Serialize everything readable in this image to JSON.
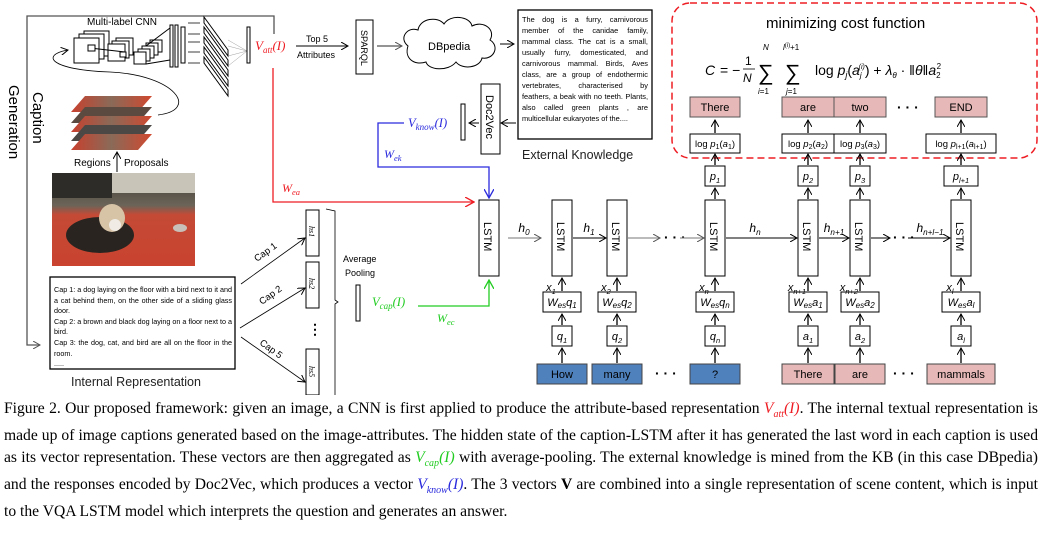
{
  "figure": {
    "left_panel": {
      "side_label_line1": "Caption",
      "side_label_line2": "Generation",
      "cnn_label": "Multi-label CNN",
      "regions_label": "Regions",
      "proposals_label": "Proposals",
      "internal_rep_title": "Internal Representation",
      "captions": [
        "Cap 1: a dog laying on the floor with a bird next to it and a cat behind them, on the other side of a sliding glass door.",
        "Cap 2: a brown and black dog laying on a floor next to a bird.",
        "Cap 3: the dog, cat, and bird are all on the floor in the room.",
        "....."
      ],
      "cap_arrow_labels": [
        "Cap 1",
        "Cap 2",
        "Cap 5"
      ],
      "hidden_states": [
        "hs1",
        "hs2",
        "hs5"
      ],
      "vdots": "⋮",
      "avg_pool_line1": "Average",
      "avg_pool_line2": "Pooling"
    },
    "vectors": {
      "v_att": "V_att(I)",
      "v_cap": "V_cap(I)",
      "v_know": "V_know(I)",
      "w_ea": "W_ea",
      "w_ec": "W_ec",
      "w_ek": "W_ek",
      "top5_line1": "Top 5",
      "top5_line2": "Attributes"
    },
    "knowledge": {
      "sparql": "SPARQL",
      "dbpedia": "DBpedia",
      "doc2vec": "Doc2Vec",
      "external_title": "External Knowledge",
      "kb_text": "The dog is a furry, carnivorous member of the canidae family, mammal class. The cat is a small, usually furry, domesticated, and carnivorous mammal. Birds, Aves class, are a group of endothermic vertebrates, characterised by feathers, a beak with no teeth. Plants, also called green plants , are multicellular eukaryotes of the...."
    },
    "cost": {
      "title": "minimizing cost function",
      "formula": "C = −(1/N) Σ_{i=1}^{N} Σ_{j=1}^{l^(i)+1} log p_j(a_j^(i)) + λ_θ · ‖θ‖_2^2",
      "output_words": [
        "There",
        "are",
        "two",
        "END"
      ],
      "log_probs": [
        "log p1(a1)",
        "log p2(a2)",
        "log p3(a3)",
        "log pl+1(al+1)"
      ]
    },
    "vqa": {
      "lstm_label": "LSTM",
      "hidden": [
        "h0",
        "h1",
        "hn",
        "hn+1",
        "hn+l−1"
      ],
      "question_tokens": [
        "How",
        "many",
        "?"
      ],
      "answer_tokens": [
        "There",
        "are",
        "mammals"
      ],
      "q_embed": [
        "Wes q1",
        "Wes q2",
        "Wes qn"
      ],
      "q_vars": [
        "q1",
        "q2",
        "qn"
      ],
      "x_q": [
        "x1",
        "x2",
        "xn"
      ],
      "a_embed": [
        "Wes a1",
        "Wes a2",
        "Wes al"
      ],
      "a_vars": [
        "a1",
        "a2",
        "al"
      ],
      "x_a": [
        "xn+1",
        "xn+2",
        "xl"
      ],
      "p_outputs": [
        "p1",
        "p2",
        "p3",
        "pl+1"
      ],
      "ellipsis": "· · ·"
    },
    "colors": {
      "att_red": "#ee1d24",
      "cap_green": "#22cc22",
      "know_blue": "#2b2bdd",
      "question_blue": "#4f81bd",
      "answer_pink": "#e6b9b8"
    }
  },
  "caption": {
    "p1": "Figure 2. Our proposed framework: given an image, a CNN is first applied to produce the attribute-based representation ",
    "v_att": "V",
    "v_att_sub": "att",
    "p2": ". The internal textual representation is made up of image captions generated based on the image-attributes. The hidden state of the caption-LSTM after it has generated the last word in each caption is used as its vector representation. These vectors are then aggregated as ",
    "v_cap": "V",
    "v_cap_sub": "cap",
    "p3": " with average-pooling. The external knowledge is mined from the KB (in this case DBpedia) and the responses encoded by Doc2Vec, which produces a vector ",
    "v_know": "V",
    "v_know_sub": "know",
    "p4": ". The 3 vectors ",
    "bold_v": "V",
    "p5": " are combined into a single representation of scene content, which is input to the VQA LSTM model which interprets the question and generates an answer.",
    "paren_i": "(I)"
  }
}
